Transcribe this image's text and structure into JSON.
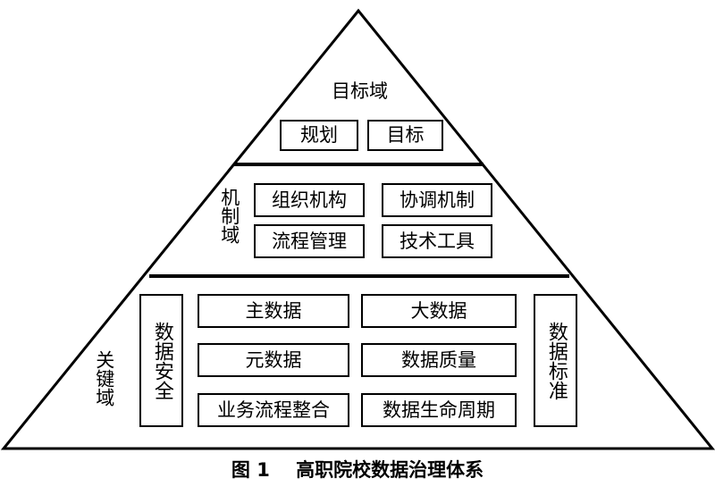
{
  "top_domain": {
    "title": "目标域",
    "items": [
      "规划",
      "目标"
    ]
  },
  "mechanism_domain": {
    "title": "机制域",
    "items": [
      "组织机构",
      "协调机制",
      "流程管理",
      "技术工具"
    ]
  },
  "key_domain": {
    "title": "关键域",
    "left_item": "数据安全",
    "right_item": "数据标准",
    "items": [
      "主数据",
      "大数据",
      "元数据",
      "数据质量",
      "业务流程整合",
      "数据生命周期"
    ]
  },
  "caption": "图 1    高职院校数据治理体系"
}
